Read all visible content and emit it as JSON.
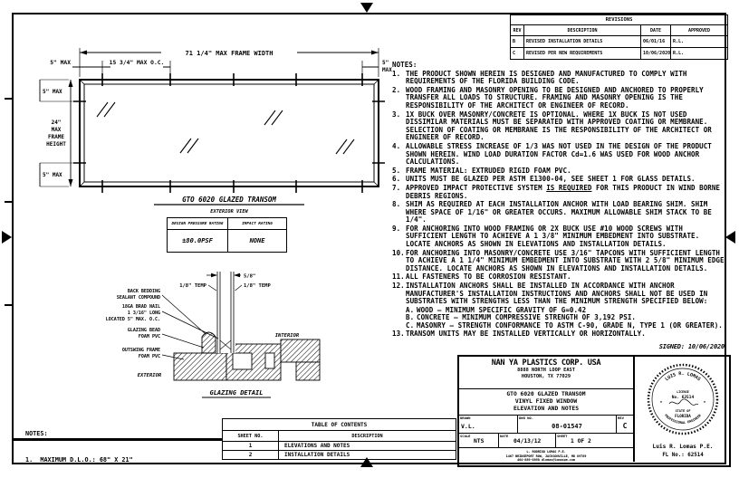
{
  "revisions": {
    "title": "REVISIONS",
    "headers": {
      "rev": "REV",
      "description": "DESCRIPTION",
      "date": "DATE",
      "approved": "APPROVED"
    },
    "rows": [
      {
        "rev": "B",
        "description": "REVISED INSTALLATION DETAILS",
        "date": "06/01/16",
        "approved": "R.L."
      },
      {
        "rev": "C",
        "description": "REVISED PER NEW REQUIREMENTS",
        "date": "10/06/2020",
        "approved": "R.L."
      }
    ]
  },
  "signed": "SIGNED: 10/06/2020",
  "elevation": {
    "dim_width": "71 1/4\" MAX FRAME WIDTH",
    "dim_oc": "15 3/4\" MAX O.C.",
    "dim_5_left": "5\" MAX",
    "dim_5_right_a": "5\"",
    "dim_5_right_b": "MAX",
    "h1": "24\"",
    "h2": "MAX",
    "h3": "FRAME",
    "h4": "HEIGHT",
    "dim_5_top": "5\" MAX",
    "dim_5_bottom": "5\" MAX",
    "title": "GTO 6020 GLAZED TRANSOM",
    "subtitle": "EXTERIOR VIEW"
  },
  "rating": {
    "header_pressure": "DESIGN PRESSURE RATING",
    "header_impact": "IMPACT RATING",
    "pressure": "±80.0PSF",
    "impact": "NONE"
  },
  "glazing": {
    "dim_gap": "5/8\"",
    "temp_left": "1/8\" TEMP",
    "temp_right": "1/8\" TEMP",
    "bed1": "BACK BEDDING",
    "bed2": "SEALANT COMPOUND",
    "nail1": "18GA BRAD NAIL",
    "nail2": "1 3/16\" LONG",
    "nail3": "LOCATED 5\" MAX. O.C.",
    "bead1": "GLAZING BEAD",
    "bead2": "FOAM PVC",
    "frame1": "OUTSWING FRAME",
    "frame2": "FOAM PVC",
    "interior": "INTERIOR",
    "exterior": "EXTERIOR",
    "title": "GLAZING DETAIL"
  },
  "notes": {
    "heading": "NOTES:",
    "items": [
      {
        "n": "1.",
        "t": "THE PRODUCT SHOWN HEREIN IS DESIGNED AND MANUFACTURED TO COMPLY WITH REQUIREMENTS OF THE FLORIDA BUILDING CODE."
      },
      {
        "n": "2.",
        "t": "WOOD FRAMING AND MASONRY OPENING TO BE DESIGNED AND ANCHORED TO PROPERLY TRANSFER ALL LOADS TO STRUCTURE. FRAMING AND MASONRY OPENING IS THE RESPONSIBILITY OF THE ARCHITECT OR ENGINEER OF RECORD."
      },
      {
        "n": "3.",
        "t": "1X BUCK OVER MASONRY/CONCRETE IS OPTIONAL. WHERE 1X BUCK IS NOT USED DISSIMILAR MATERIALS MUST BE SEPARATED WITH APPROVED COATING OR MEMBRANE. SELECTION OF COATING OR MEMBRANE IS THE RESPONSIBILITY OF THE ARCHITECT OR ENGINEER OF RECORD."
      },
      {
        "n": "4.",
        "t": "ALLOWABLE STRESS INCREASE OF 1/3 WAS NOT USED IN THE DESIGN OF THE PRODUCT SHOWN HEREIN. WIND LOAD DURATION FACTOR Cd=1.6 WAS USED FOR WOOD ANCHOR CALCULATIONS."
      },
      {
        "n": "5.",
        "t": "FRAME MATERIAL: EXTRUDED RIGID FOAM PVC."
      },
      {
        "n": "6.",
        "t": "UNITS MUST BE GLAZED PER ASTM E1300-04, SEE SHEET 1 FOR GLASS DETAILS."
      },
      {
        "n": "7.",
        "t1": "APPROVED IMPACT PROTECTIVE SYSTEM ",
        "t2": "IS REQUIRED",
        "t3": " FOR THIS PRODUCT IN WIND BORNE DEBRIS REGIONS."
      },
      {
        "n": "8.",
        "t": "SHIM AS REQUIRED AT EACH INSTALLATION ANCHOR WITH LOAD BEARING SHIM. SHIM WHERE SPACE OF 1/16\" OR GREATER OCCURS. MAXIMUM ALLOWABLE SHIM STACK TO BE 1/4\"."
      },
      {
        "n": "9.",
        "t": "FOR ANCHORING INTO WOOD FRAMING OR 2X BUCK USE #10 WOOD SCREWS WITH SUFFICIENT LENGTH TO ACHIEVE A 1 3/8\" MINIMUM EMBEDMENT INTO SUBSTRATE. LOCATE ANCHORS AS SHOWN IN ELEVATIONS AND INSTALLATION DETAILS."
      },
      {
        "n": "10.",
        "t": "FOR ANCHORING INTO MASONRY/CONCRETE USE 3/16\" TAPCONS WITH SUFFICIENT LENGTH TO ACHIEVE A 1 1/4\" MINIMUM EMBEDMENT INTO SUBSTRATE WITH 2 5/8\" MINIMUM EDGE DISTANCE. LOCATE ANCHORS AS SHOWN IN ELEVATIONS AND INSTALLATION DETAILS."
      },
      {
        "n": "11.",
        "t": "ALL FASTENERS TO BE CORROSION RESISTANT."
      },
      {
        "n": "12.",
        "t": "INSTALLATION ANCHORS SHALL BE INSTALLED IN ACCORDANCE WITH ANCHOR MANUFACTURER'S INSTALLATION INSTRUCTIONS AND ANCHORS SHALL NOT BE USED IN SUBSTRATES WITH STRENGTHS LESS THAN THE MINIMUM STRENGTH SPECIFIED BELOW:"
      },
      {
        "n": "A.",
        "t": "WOOD – MINIMUM SPECIFIC GRAVITY OF G=0.42"
      },
      {
        "n": "B.",
        "t": "CONCRETE – MINIMUM COMPRESSIVE STRENGTH OF 3,192 PSI."
      },
      {
        "n": "C.",
        "t": "MASONRY – STRENGTH CONFORMANCE TO ASTM C-90, GRADE N, TYPE 1 (OR GREATER)."
      },
      {
        "n": "13.",
        "t": "TRANSOM UNITS MAY BE INSTALLED VERTICALLY OR HORIZONTALLY."
      }
    ]
  },
  "bottom_notes": {
    "heading": "NOTES:",
    "item": "1.  MAXIMUM D.L.O.: 68\" X 21\""
  },
  "toc": {
    "title": "TABLE OF CONTENTS",
    "col_sheet": "SHEET NO.",
    "col_desc": "DESCRIPTION",
    "rows": [
      {
        "no": "1",
        "desc": "ELEVATIONS AND NOTES"
      },
      {
        "no": "2",
        "desc": "INSTALLATION DETAILS"
      }
    ]
  },
  "title_block": {
    "company": "NAN YA PLASTICS CORP. USA",
    "address1": "8888 NORTH LOOP EAST",
    "address2": "HOUSTON, TX 77029",
    "product1": "GTO 6020 GLAZED TRANSOM",
    "product2": "VINYL FIXED WINDOW",
    "product3": "ELEVATION AND NOTES",
    "drawn_label": "DRAWN",
    "drawn": "V.L.",
    "dwg_label": "DWG NO.",
    "dwg_no": "08-01547",
    "rev_label": "REV",
    "rev": "C",
    "scale_label": "SCALE",
    "scale": "NTS",
    "date_label": "DATE",
    "date": "04/13/12",
    "sheet_label": "SHEET",
    "sheet": "1  OF  2",
    "engineer_line1": "L. RODRIGO LOMAS P.E.",
    "engineer_line2": "1467 BRIDGEPORT ROW, JACKSONVILLE, MD 89789",
    "engineer_line3": "404-889-8898   dlomas@lomaspe.com"
  },
  "seal": {
    "name": "LUIS R. LOMAS",
    "license": "LICENSE",
    "number": "No. 62514",
    "state": "STATE OF",
    "state2": "FLORIDA",
    "profession": "PROFESSIONAL ENGINEER",
    "star_left": "★",
    "star_right": "★",
    "cert_name": "Luis R. Lomas P.E.",
    "cert_no": "FL No.: 62514"
  }
}
